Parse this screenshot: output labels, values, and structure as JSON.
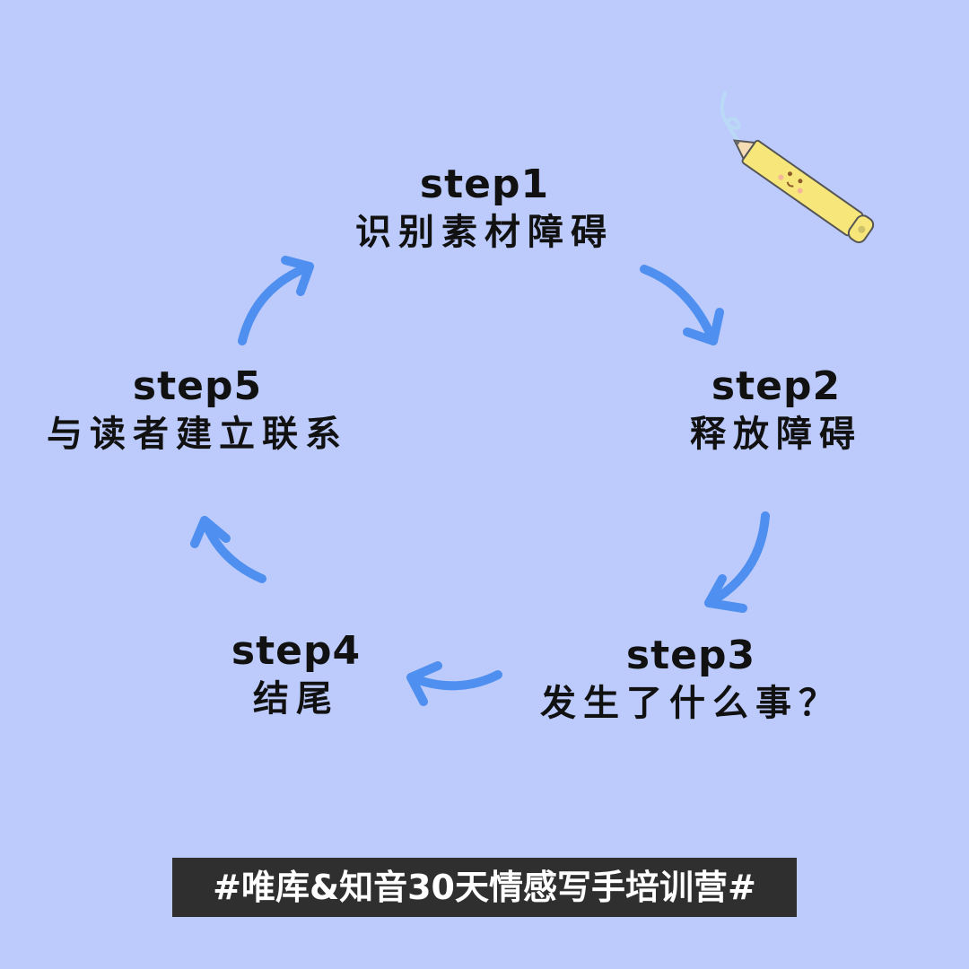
{
  "colors": {
    "background": "#bccbfc",
    "arrow": "#4f8ff0",
    "text": "#111111",
    "banner_bg": "#2f2f2f",
    "banner_text": "#ffffff",
    "pencil_body": "#f7e77a"
  },
  "steps": [
    {
      "label": "step1",
      "title": "识别素材障碍"
    },
    {
      "label": "step2",
      "title": "释放障碍"
    },
    {
      "label": "step3",
      "title": "发生了什么事？"
    },
    {
      "label": "step4",
      "title": "结尾"
    },
    {
      "label": "step5",
      "title": "与读者建立联系"
    }
  ],
  "banner": "#唯库&知音30天情感写手培训营#",
  "icons": [
    "pencil-icon",
    "cycle-arrow-icon"
  ]
}
